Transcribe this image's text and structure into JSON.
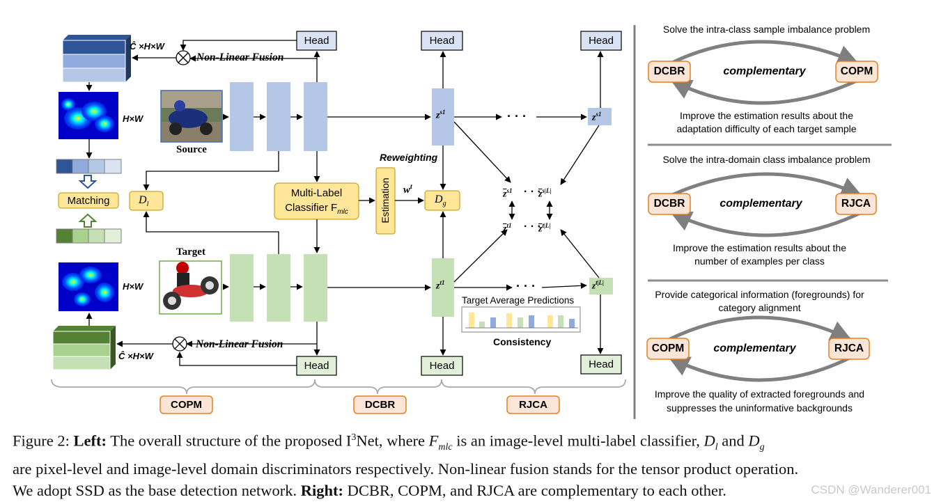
{
  "left": {
    "head_label": "Head",
    "nonlinear_fusion": "Non-Linear Fusion",
    "chw": "Ĉ ×H×W",
    "hw": "H×W",
    "source": "Source",
    "target": "Target",
    "matching": "Matching",
    "dl": "D",
    "dl_sub": "l",
    "dg": "D",
    "dg_sub": "g",
    "mlc_line1": "Multi-Label",
    "mlc_line2": "Classifier F",
    "mlc_sub": "mlc",
    "estimation": "Estimation",
    "reweighting": "Reweighting",
    "wt": "w",
    "wt_sup": "t",
    "zs1": "z",
    "zs1_sup": "s1",
    "zt1": "z",
    "zt1_sup": "t1",
    "ztL_sup": "t|L|",
    "zbar_s1_sup": "s1",
    "zbar_sL_sup": "s|L|",
    "zbar_t1_sup": "t1",
    "zbar_tL_sup": "t|L|",
    "dots": "· · ·",
    "target_avg": "Target Average Predictions",
    "consistency": "Consistency",
    "copm": "COPM",
    "dcbr": "DCBR",
    "rjca": "RJCA"
  },
  "right": {
    "sections": [
      {
        "top": "Solve the intra-class sample imbalance problem",
        "left": "DCBR",
        "right": "COPM",
        "middle": "complementary",
        "bottom1": "Improve the estimation results about the",
        "bottom2": "adaptation difficulty of each target sample"
      },
      {
        "top": "Solve the intra-domain class imbalance problem",
        "left": "DCBR",
        "right": "RJCA",
        "middle": "complementary",
        "bottom1": "Improve the estimation results about the",
        "bottom2": "number of examples per class"
      },
      {
        "top": "Provide categorical information (foregrounds) for",
        "top2": "category alignment",
        "left": "COPM",
        "right": "RJCA",
        "middle": "complementary",
        "bottom1": "Improve the quality of extracted foregrounds and",
        "bottom2": "suppresses the uninformative backgrounds"
      }
    ]
  },
  "caption": {
    "fig": "Figure 2:",
    "left_bold": "Left:",
    "t1": "The overall structure of the proposed I",
    "sup3": "3",
    "t2": "Net, where",
    "fmlc": "F",
    "fmlc_sub": "mlc",
    "t3": "is an image-level multi-label classifier,",
    "dl": "D",
    "dl_sub": "l",
    "and": "and",
    "dg": "D",
    "dg_sub": "g",
    "line2": "are pixel-level and image-level domain discriminators respectively. Non-linear fusion stands for the tensor product operation.",
    "line3a": "We adopt SSD as the base detection network.",
    "right_bold": "Right:",
    "line3b": "DCBR, COPM, and RJCA are complementary to each other."
  },
  "watermark": "CSDN @Wanderer001",
  "colors": {
    "blue_feature": "#b4c7e7",
    "green_feature": "#c6e0b4",
    "head_blue_fill": "#dae3f3",
    "head_green_fill": "#e2f0d9",
    "yellow": "#ffe699",
    "orange_tag": "#fbe5d6",
    "tag_border": "#e67e22",
    "dark_blue": "#2f5597",
    "dark_green": "#548235"
  }
}
